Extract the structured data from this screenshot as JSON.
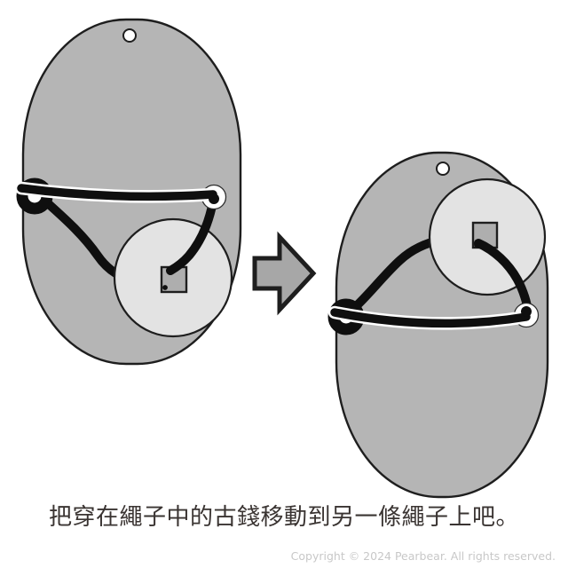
{
  "caption": "把穿在繩子中的古錢移動到另一條繩子上吧。",
  "footer": {
    "copyright": "Copyright © 2024 Pearbear. All rights reserved."
  },
  "illustration": {
    "arrow_icon": "arrow-right",
    "panels": [
      {
        "name": "before",
        "coin_position": "coin threaded on the lower hanging rope loop"
      },
      {
        "name": "after",
        "coin_position": "coin threaded on the upper rope loop"
      }
    ]
  },
  "colors": {
    "background": "#ffffff",
    "board": "#b5b5b5",
    "coin": "#e3e3e3",
    "square_hole": "#aeaeae",
    "rope": "#0f0f0f",
    "outline": "#1e1e1e",
    "hole_fill": "#ffffff",
    "arrow": "#a7a7a7",
    "caption_text": "#3a3432",
    "copyright_text": "#c8c8c8"
  }
}
